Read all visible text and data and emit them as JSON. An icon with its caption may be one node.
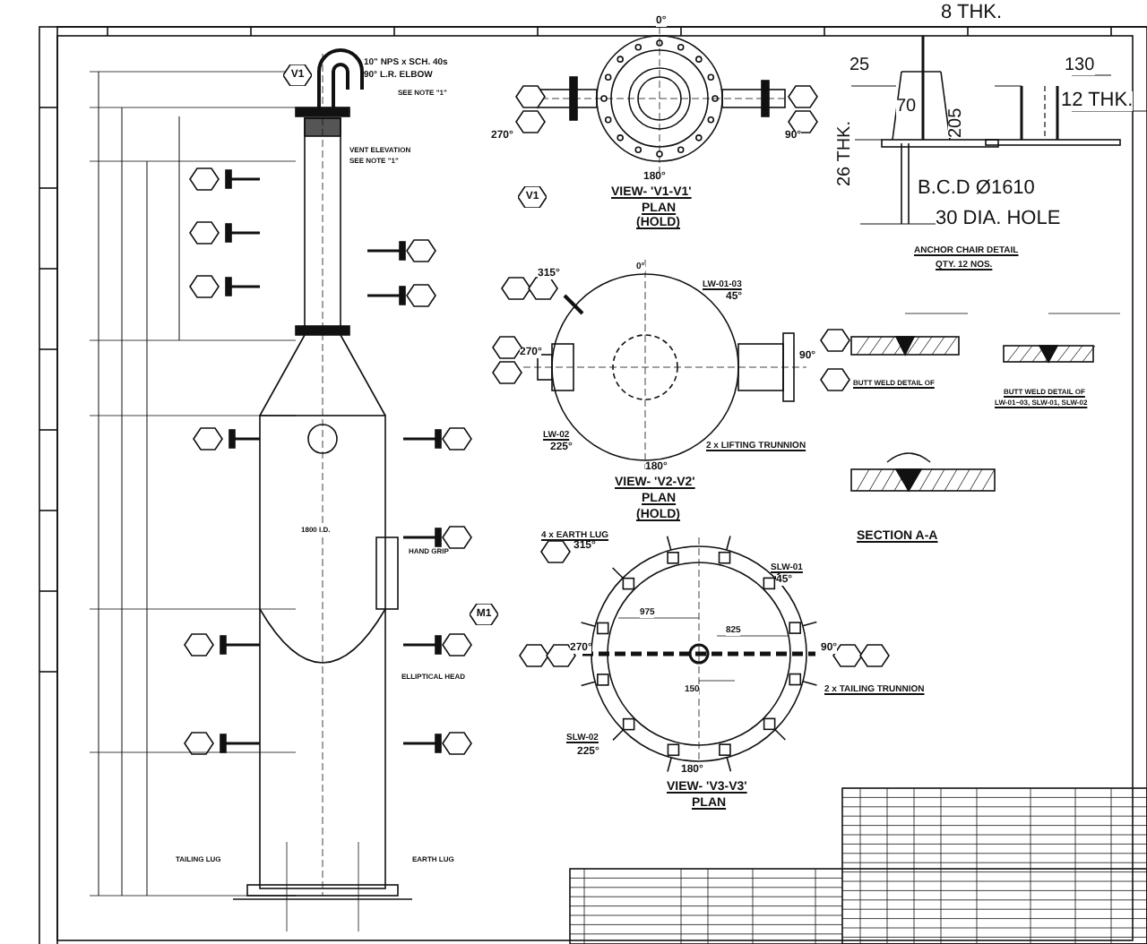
{
  "diagram": {
    "nodes": [
      {
        "text": [
          "V1"
        ]
      },
      {
        "text": [
          "M1"
        ]
      },
      {
        "text": [
          "V1"
        ]
      }
    ],
    "labels": [
      "10\" NPS x SCH. 40s",
      "90° L.R. ELBOW",
      "SEE NOTE \"1\"",
      "VENT ELEVATION",
      "SEE NOTE \"1\"",
      "ELLIPTICAL HEAD",
      "HAND GRIP",
      "TAILING LUG",
      "EARTH LUG",
      "1800 I.D.",
      "0°",
      "270°",
      "90°",
      "180°",
      "VIEW- 'V1-V1'",
      "PLAN",
      "(HOLD)",
      "315°",
      "LW-01-03",
      "45°",
      "0°",
      "270°",
      "90°",
      "LW-02",
      "225°",
      "2 x LIFTING TRUNNION",
      "180°",
      "VIEW- 'V2-V2'",
      "PLAN",
      "(HOLD)",
      "4 x EARTH LUG",
      "315°",
      "SLW-01",
      "45°",
      "975",
      "825",
      "150",
      "270°",
      "90°",
      "SLW-02",
      "225°",
      "2 x TAILING TRUNNION",
      "180°",
      "VIEW- 'V3-V3'",
      "PLAN",
      "8 THK.",
      "25",
      "130",
      "70",
      "205",
      "12 THK.",
      "26 THK.",
      "B.C.D Ø1610",
      "30 DIA. HOLE",
      "ANCHOR CHAIR DETAIL",
      "QTY. 12 NOS.",
      "BUTT WELD DETAIL OF",
      "BUTT WELD DETAIL OF",
      "LW-01~03, SLW-01, SLW-02",
      "SECTION A-A"
    ]
  }
}
